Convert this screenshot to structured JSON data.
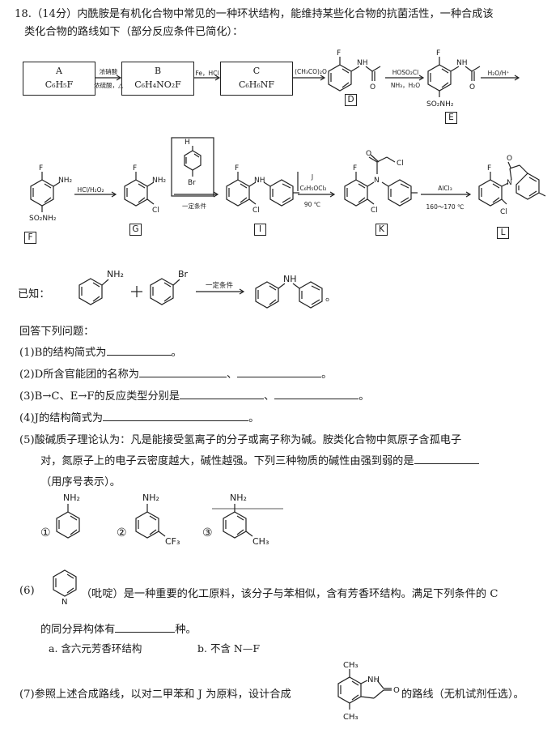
{
  "q": {
    "header1": "18.（14分）内酰胺是有机化合物中常见的一种环状结构，能维持某些化合物的抗菌活性，一种合成该",
    "header2": "类化合物的路线如下（部分反应条件已简化）：",
    "boxes": {
      "A": {
        "label": "A",
        "formula": "C₆H₅F"
      },
      "B": {
        "label": "B",
        "formula": "C₆H₄NO₂F"
      },
      "C": {
        "label": "C",
        "formula": "C₆H₆NF"
      }
    },
    "reagents": {
      "ab1": "浓硝酸",
      "ab2": "浓硫酸，△",
      "bc": "Fe，HCl",
      "cd": "(CH₃CO)₂O",
      "de1": "HOSO₂Cl",
      "de2": "NH₃，H₂O",
      "ef": "H₂O/H⁺",
      "fg": "HCl/H₂O₂",
      "gi": "一定条件",
      "ik1": "J",
      "ik2": "C₆H₅OCl₂",
      "ik3": "90 ℃",
      "kl1": "AlCl₃",
      "kl2": "160～170 ℃"
    },
    "labels": {
      "D": "D",
      "E": "E",
      "F": "F",
      "G": "G",
      "I": "I",
      "K": "K",
      "L": "L",
      "H": "H"
    },
    "atoms": {
      "F": "F",
      "NH": "NH",
      "NH2": "NH₂",
      "O": "O",
      "SO2NH2": "SO₂NH₂",
      "Cl": "Cl",
      "N": "N",
      "Br": "Br",
      "CF3": "CF₃",
      "CH3": "CH₃",
      "H": "H"
    },
    "known_prefix": "已知：",
    "known_cond": "一定条件",
    "answer_intro": "回答下列问题：",
    "q1": "(1)B的结构简式为",
    "q2": "(2)D所含官能团的名称为",
    "q3": "(3)B→C、E→F的反应类型分别是",
    "q4": "(4)J的结构简式为",
    "q5a": "(5)酸碱质子理论认为：凡是能接受氢离子的分子或离子称为碱。胺类化合物中氮原子含孤电子",
    "q5b": "对，氮原子上的电子云密度越大，碱性越强。下列三种物质的碱性由强到弱的是",
    "q5c": "（用序号表示）。",
    "q5_opts": [
      "①",
      "②",
      "③"
    ],
    "q6_num": "(6)",
    "q6a": "（吡啶）是一种重要的化工原料，该分子与苯相似，含有芳香环结构。满足下列条件的 C",
    "q6b": "的同分异构体有",
    "q6b_unit": "种。",
    "q6_cond_a": "a. 含六元芳香环结构",
    "q6_cond_b": "b. 不含 N—F",
    "q7a": "(7)参照上述合成路线，以对二甲苯和 J 为原料，设计合成",
    "q7b": "的路线（无机试剂任选）。",
    "period": "。",
    "comma": "、"
  }
}
